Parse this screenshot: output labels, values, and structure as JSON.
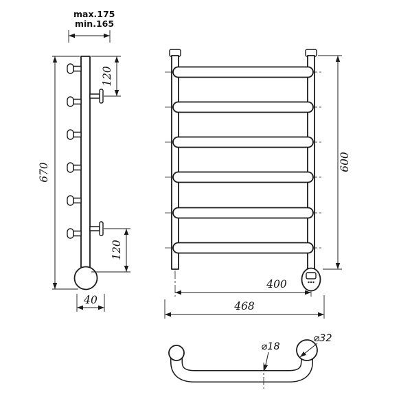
{
  "drawing_title": "heated-towel-rail-technical-drawing",
  "colors": {
    "line": "#1b1b1b",
    "background": "#ffffff"
  },
  "side_view": {
    "dim_wall_max": "max.175",
    "dim_wall_min": "min.165",
    "dim_top_offset": "120",
    "dim_height": "670",
    "dim_bottom_offset": "120",
    "dim_depth": "40"
  },
  "front_view": {
    "dim_height": "600",
    "dim_rail_width": "400",
    "dim_overall_width": "468"
  },
  "detail_view": {
    "dim_tube_diameter": "⌀18",
    "dim_end_diameter": "⌀32"
  }
}
